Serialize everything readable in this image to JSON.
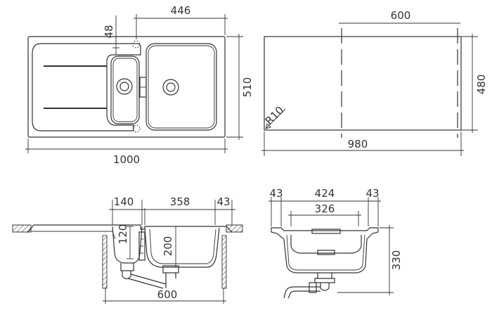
{
  "views": {
    "top": {
      "dimensions": {
        "drain_offset": "48",
        "bowl_width": "446",
        "depth": "510",
        "total_length": "1000"
      }
    },
    "cutout": {
      "dimensions": {
        "width": "600",
        "depth": "480",
        "corner_radius": "R10",
        "length": "980"
      }
    },
    "side": {
      "dimensions": {
        "small_bowl": "140",
        "main_bowl": "358",
        "rim": "43",
        "small_depth": "120",
        "main_depth": "200",
        "cabinet": "600"
      }
    },
    "section": {
      "dimensions": {
        "rim_left": "43",
        "width": "424",
        "rim_right": "43",
        "inner_width": "326",
        "depth": "330"
      }
    }
  },
  "colors": {
    "line": "#333333",
    "background": "#ffffff"
  }
}
